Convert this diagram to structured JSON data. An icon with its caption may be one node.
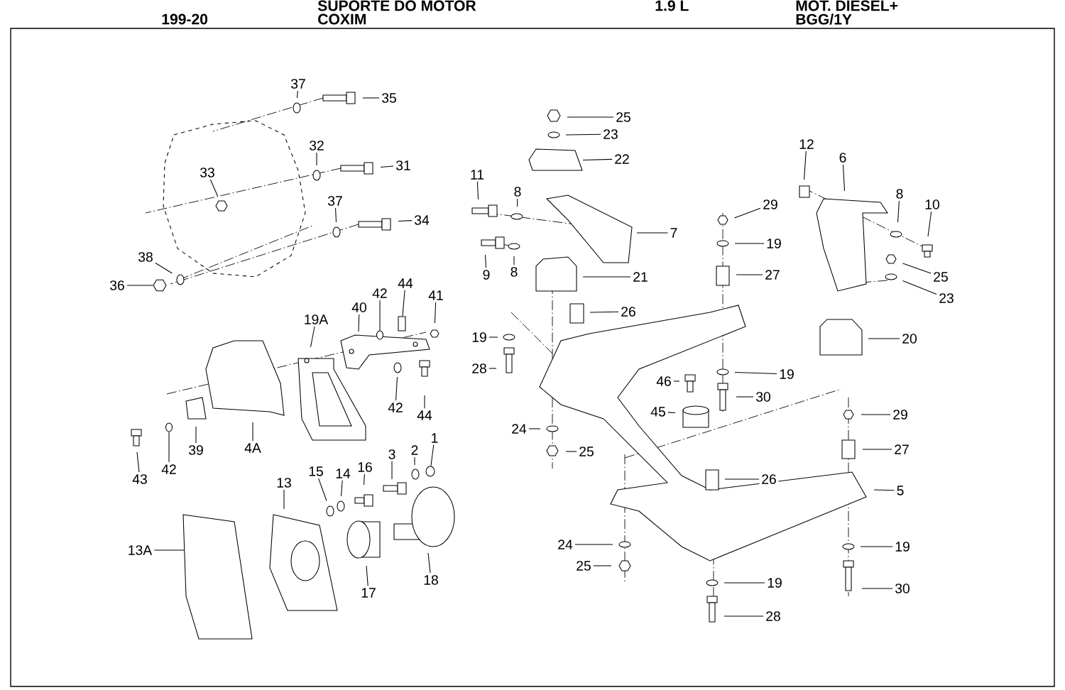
{
  "diagram": {
    "nodes": [
      {
        "text": [
          "37"
        ]
      },
      {
        "text": [
          "35"
        ]
      },
      {
        "text": [
          "32"
        ]
      },
      {
        "text": [
          "31"
        ]
      },
      {
        "text": [
          "33"
        ]
      },
      {
        "text": [
          "37"
        ]
      },
      {
        "text": [
          "34"
        ]
      },
      {
        "text": [
          "38"
        ]
      },
      {
        "text": [
          "36"
        ]
      },
      {
        "text": [
          "42"
        ]
      },
      {
        "text": [
          "44"
        ]
      },
      {
        "text": [
          "41"
        ]
      },
      {
        "text": [
          "40"
        ]
      },
      {
        "text": [
          "19A"
        ]
      },
      {
        "text": [
          "42"
        ]
      },
      {
        "text": [
          "44"
        ]
      },
      {
        "text": [
          "43"
        ]
      },
      {
        "text": [
          "42"
        ]
      },
      {
        "text": [
          "39"
        ]
      },
      {
        "text": [
          "4A"
        ]
      },
      {
        "text": [
          "13"
        ]
      },
      {
        "text": [
          "15"
        ]
      },
      {
        "text": [
          "14"
        ]
      },
      {
        "text": [
          "16"
        ]
      },
      {
        "text": [
          "3"
        ]
      },
      {
        "text": [
          "2"
        ]
      },
      {
        "text": [
          "1"
        ]
      },
      {
        "text": [
          "13A"
        ]
      },
      {
        "text": [
          "17"
        ]
      },
      {
        "text": [
          "18"
        ]
      },
      {
        "text": [
          "25"
        ]
      },
      {
        "text": [
          "23"
        ]
      },
      {
        "text": [
          "22"
        ]
      },
      {
        "text": [
          "11"
        ]
      },
      {
        "text": [
          "8"
        ]
      },
      {
        "text": [
          "7"
        ]
      },
      {
        "text": [
          "9"
        ]
      },
      {
        "text": [
          "8"
        ]
      },
      {
        "text": [
          "21"
        ]
      },
      {
        "text": [
          "26"
        ]
      },
      {
        "text": [
          "19"
        ]
      },
      {
        "text": [
          "28"
        ]
      },
      {
        "text": [
          "24"
        ]
      },
      {
        "text": [
          "25"
        ]
      },
      {
        "text": [
          "12"
        ]
      },
      {
        "text": [
          "6"
        ]
      },
      {
        "text": [
          "8"
        ]
      },
      {
        "text": [
          "10"
        ]
      },
      {
        "text": [
          "29"
        ]
      },
      {
        "text": [
          "19"
        ]
      },
      {
        "text": [
          "27"
        ]
      },
      {
        "text": [
          "25"
        ]
      },
      {
        "text": [
          "23"
        ]
      },
      {
        "text": [
          "20"
        ]
      },
      {
        "text": [
          "46"
        ]
      },
      {
        "text": [
          "19"
        ]
      },
      {
        "text": [
          "30"
        ]
      },
      {
        "text": [
          "45"
        ]
      },
      {
        "text": [
          "29"
        ]
      },
      {
        "text": [
          "27"
        ]
      },
      {
        "text": [
          "26"
        ]
      },
      {
        "text": [
          "5"
        ]
      },
      {
        "text": [
          "24"
        ]
      },
      {
        "text": [
          "25"
        ]
      },
      {
        "text": [
          "19"
        ]
      },
      {
        "text": [
          "19"
        ]
      },
      {
        "text": [
          "30"
        ]
      },
      {
        "text": [
          "28"
        ]
      },
      {
        "text": [],
        "shape": "hexagon"
      },
      {
        "text": [],
        "shape": "circle"
      },
      {
        "text": [],
        "shape": "box"
      },
      {
        "text": [],
        "shape": "circle"
      },
      {
        "text": [],
        "shape": "circle"
      }
    ],
    "edges": [
      {
        "from": 0,
        "to": null,
        "arrow": "none"
      },
      {
        "from": 1,
        "to": null,
        "arrow": "none"
      },
      {
        "from": 2,
        "to": null,
        "arrow": "none"
      },
      {
        "from": 3,
        "to": null,
        "arrow": "none"
      },
      {
        "from": 4,
        "to": null,
        "arrow": "none"
      },
      {
        "from": 5,
        "to": null,
        "arrow": "none"
      },
      {
        "from": 6,
        "to": null,
        "arrow": "none"
      },
      {
        "from": 7,
        "to": null,
        "arrow": "none"
      },
      {
        "from": 8,
        "to": 68,
        "arrow": "none"
      },
      {
        "from": 9,
        "to": 69,
        "arrow": "none"
      },
      {
        "from": 10,
        "to": 70,
        "arrow": "none"
      },
      {
        "from": 11,
        "to": null,
        "arrow": "none"
      },
      {
        "from": 12,
        "to": null,
        "arrow": "none"
      },
      {
        "from": 13,
        "to": null,
        "arrow": "none"
      },
      {
        "from": 14,
        "to": null,
        "arrow": "none"
      },
      {
        "from": 15,
        "to": null,
        "arrow": "none"
      },
      {
        "from": 16,
        "to": null,
        "arrow": "none"
      },
      {
        "from": 17,
        "to": 71,
        "arrow": "none"
      },
      {
        "from": 18,
        "to": null,
        "arrow": "none"
      },
      {
        "from": 19,
        "to": null,
        "arrow": "none"
      },
      {
        "from": 20,
        "to": null,
        "arrow": "none"
      },
      {
        "from": 21,
        "to": null,
        "arrow": "none"
      },
      {
        "from": 22,
        "to": null,
        "arrow": "none"
      },
      {
        "from": 23,
        "to": null,
        "arrow": "none"
      },
      {
        "from": 24,
        "to": null,
        "arrow": "none"
      },
      {
        "from": 25,
        "to": null,
        "arrow": "none"
      },
      {
        "from": 26,
        "to": 72,
        "arrow": "none"
      },
      {
        "from": 27,
        "to": null,
        "arrow": "none"
      },
      {
        "from": 28,
        "to": null,
        "arrow": "none"
      },
      {
        "from": 29,
        "to": null,
        "arrow": "none"
      },
      {
        "from": 30,
        "to": null,
        "arrow": "none"
      },
      {
        "from": 31,
        "to": null,
        "arrow": "none"
      },
      {
        "from": 32,
        "to": null,
        "arrow": "none"
      },
      {
        "from": 33,
        "to": null,
        "arrow": "none"
      },
      {
        "from": 34,
        "to": null,
        "arrow": "none"
      },
      {
        "from": 35,
        "to": null,
        "arrow": "none"
      },
      {
        "from": 36,
        "to": null,
        "arrow": "none"
      },
      {
        "from": 37,
        "to": null,
        "arrow": "none"
      },
      {
        "from": 38,
        "to": null,
        "arrow": "none"
      },
      {
        "from": 39,
        "to": null,
        "arrow": "none"
      },
      {
        "from": 40,
        "to": null,
        "arrow": "none"
      },
      {
        "from": 41,
        "to": null,
        "arrow": "none"
      },
      {
        "from": 42,
        "to": null,
        "arrow": "none"
      },
      {
        "from": 43,
        "to": null,
        "arrow": "none"
      },
      {
        "from": 44,
        "to": null,
        "arrow": "none"
      },
      {
        "from": 45,
        "to": null,
        "arrow": "none"
      },
      {
        "from": 46,
        "to": null,
        "arrow": "none"
      },
      {
        "from": 47,
        "to": null,
        "arrow": "none"
      },
      {
        "from": 48,
        "to": null,
        "arrow": "none"
      },
      {
        "from": 49,
        "to": null,
        "arrow": "none"
      },
      {
        "from": 50,
        "to": null,
        "arrow": "none"
      },
      {
        "from": 51,
        "to": null,
        "arrow": "none"
      },
      {
        "from": 52,
        "to": null,
        "arrow": "none"
      },
      {
        "from": 53,
        "to": null,
        "arrow": "none"
      },
      {
        "from": 54,
        "to": null,
        "arrow": "none"
      },
      {
        "from": 55,
        "to": null,
        "arrow": "none"
      },
      {
        "from": 56,
        "to": null,
        "arrow": "none"
      },
      {
        "from": 57,
        "to": null,
        "arrow": "none"
      },
      {
        "from": 58,
        "to": null,
        "arrow": "none"
      },
      {
        "from": 59,
        "to": null,
        "arrow": "none"
      },
      {
        "from": 60,
        "to": null,
        "arrow": "none"
      },
      {
        "from": 61,
        "to": null,
        "arrow": "none"
      },
      {
        "from": 62,
        "to": null,
        "arrow": "none"
      },
      {
        "from": 63,
        "to": null,
        "arrow": "none"
      },
      {
        "from": 64,
        "to": null,
        "arrow": "none"
      },
      {
        "from": 65,
        "to": null,
        "arrow": "none"
      },
      {
        "from": 66,
        "to": null,
        "arrow": "none"
      },
      {
        "from": 67,
        "to": null,
        "arrow": "none"
      }
    ],
    "labels": [
      "SUPORTE DO MOTOR",
      "1.9 L",
      "MOT. DIESEL+",
      "199-20",
      "COXIM",
      "BGG/1Y"
    ]
  }
}
